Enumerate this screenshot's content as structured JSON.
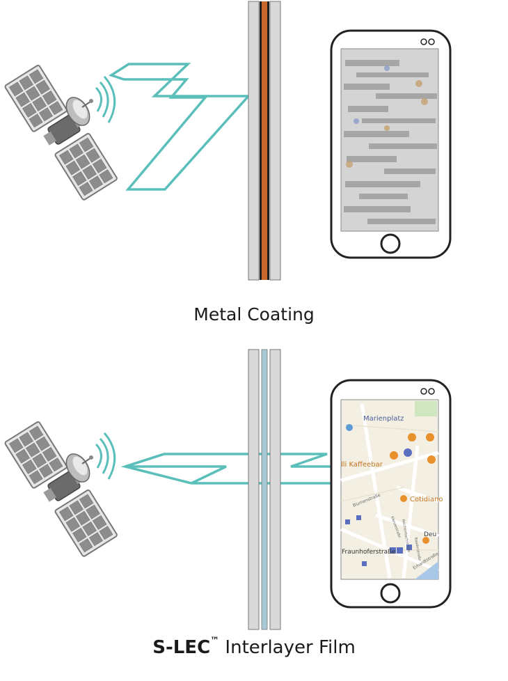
{
  "panels": {
    "top": {
      "caption": "Metal Coating",
      "coating_color": "#c8682d"
    },
    "bottom": {
      "caption_brand": "S-LEC",
      "caption_tm": "™",
      "caption_rest": " Interlayer Film",
      "interlayer_color": "#a9c8d6",
      "map": {
        "labels": {
          "marienplatz": "Marienplatz",
          "kaffeebar": "lli Kaffeebar",
          "cotidiano": "Cotidiano",
          "fraunhofer": "Fraunhoferstraße",
          "blumenstrasse": "Blumenstraße",
          "deu": "Deu",
          "erhardt": "Erhardtstraße",
          "klenze": "Klenzestraße",
          "reichenbach": "Reichenbachstraße",
          "baader": "Baaderstraße"
        }
      }
    }
  },
  "colors": {
    "signal": "#5abfba",
    "glass": "#d9d9d9",
    "outline": "#222222",
    "map_bg": "#f3efe2",
    "map_pin_orange": "#e8912c",
    "map_pin_blue": "#5a6fbf"
  },
  "icons": [
    "satellite-icon",
    "smartphone-icon",
    "map-pin-icon"
  ]
}
